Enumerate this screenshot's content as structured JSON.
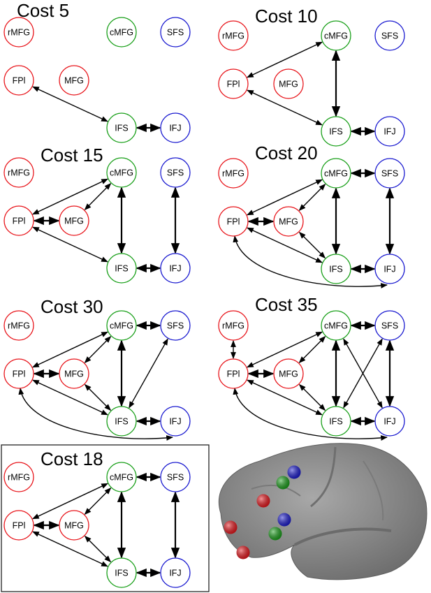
{
  "node_labels": {
    "rMFG": "rMFG",
    "cMFG": "cMFG",
    "SFS": "SFS",
    "FPl": "FPl",
    "MFG": "MFG",
    "IFS": "IFS",
    "IFJ": "IFJ"
  },
  "node_groups": {
    "rMFG": "red",
    "FPl": "red",
    "MFG": "red",
    "cMFG": "green",
    "IFS": "green",
    "SFS": "blue",
    "IFJ": "blue"
  },
  "colors": {
    "red": "#e8151b",
    "green": "#1aa01a",
    "blue": "#1a1ad0",
    "edge": "#000000",
    "brain": "#8d8d8d"
  },
  "panels": [
    {
      "title": "Cost 5",
      "boxed": false,
      "edges": [
        [
          "FPl",
          "IFS"
        ],
        [
          "IFS",
          "IFJ"
        ]
      ]
    },
    {
      "title": "Cost 10",
      "boxed": false,
      "edges": [
        [
          "cMFG",
          "FPl"
        ],
        [
          "FPl",
          "IFS"
        ],
        [
          "IFS",
          "IFJ"
        ],
        [
          "cMFG",
          "IFS"
        ]
      ]
    },
    {
      "title": "Cost 15",
      "boxed": false,
      "edges": [
        [
          "cMFG",
          "FPl"
        ],
        [
          "cMFG",
          "MFG"
        ],
        [
          "FPl",
          "MFG"
        ],
        [
          "FPl",
          "IFS"
        ],
        [
          "cMFG",
          "IFS"
        ],
        [
          "IFS",
          "IFJ"
        ],
        [
          "SFS",
          "IFJ"
        ]
      ]
    },
    {
      "title": "Cost 20",
      "boxed": false,
      "edges": [
        [
          "cMFG",
          "FPl"
        ],
        [
          "cMFG",
          "MFG"
        ],
        [
          "FPl",
          "MFG"
        ],
        [
          "FPl",
          "IFS"
        ],
        [
          "MFG",
          "IFS"
        ],
        [
          "cMFG",
          "IFS"
        ],
        [
          "cMFG",
          "SFS"
        ],
        [
          "IFS",
          "IFJ"
        ],
        [
          "SFS",
          "IFJ"
        ],
        [
          "FPl",
          "IFJ",
          "curve"
        ]
      ]
    },
    {
      "title": "Cost 30",
      "boxed": false,
      "edges": [
        [
          "cMFG",
          "FPl"
        ],
        [
          "cMFG",
          "MFG"
        ],
        [
          "FPl",
          "MFG"
        ],
        [
          "FPl",
          "IFS"
        ],
        [
          "MFG",
          "IFS"
        ],
        [
          "cMFG",
          "IFS"
        ],
        [
          "cMFG",
          "SFS"
        ],
        [
          "SFS",
          "IFS"
        ],
        [
          "IFS",
          "IFJ"
        ],
        [
          "FPl",
          "IFJ",
          "curve"
        ]
      ]
    },
    {
      "title": "Cost 35",
      "boxed": false,
      "edges": [
        [
          "rMFG",
          "FPl"
        ],
        [
          "cMFG",
          "FPl"
        ],
        [
          "cMFG",
          "MFG"
        ],
        [
          "FPl",
          "MFG"
        ],
        [
          "FPl",
          "IFS"
        ],
        [
          "MFG",
          "IFS"
        ],
        [
          "cMFG",
          "IFS"
        ],
        [
          "cMFG",
          "SFS"
        ],
        [
          "SFS",
          "IFS"
        ],
        [
          "cMFG",
          "IFJ"
        ],
        [
          "IFS",
          "IFJ"
        ],
        [
          "SFS",
          "IFJ"
        ],
        [
          "FPl",
          "IFJ",
          "curve"
        ]
      ]
    },
    {
      "title": "Cost 18",
      "boxed": true,
      "edges": [
        [
          "cMFG",
          "FPl"
        ],
        [
          "cMFG",
          "MFG"
        ],
        [
          "FPl",
          "MFG"
        ],
        [
          "FPl",
          "IFS"
        ],
        [
          "MFG",
          "IFS"
        ],
        [
          "cMFG",
          "IFS"
        ],
        [
          "cMFG",
          "SFS"
        ],
        [
          "IFS",
          "IFJ"
        ],
        [
          "SFS",
          "IFJ"
        ]
      ]
    }
  ],
  "brain_dots": [
    {
      "group": "blue"
    },
    {
      "group": "green"
    },
    {
      "group": "red"
    },
    {
      "group": "blue"
    },
    {
      "group": "green"
    },
    {
      "group": "red"
    },
    {
      "group": "red"
    }
  ]
}
